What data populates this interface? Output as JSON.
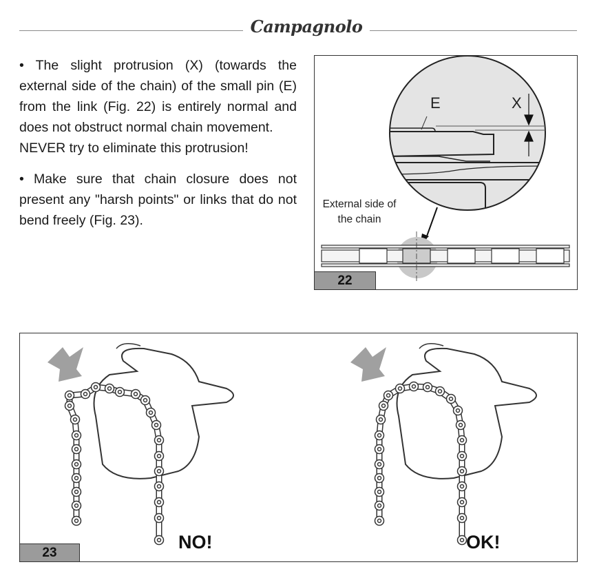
{
  "header": {
    "brand": "Campagnolo"
  },
  "body_text": {
    "para1": "• The slight protrusion (X) (towards the external side of the chain) of the small pin (E) from the link (Fig. 22) is entirely normal and does not obstruct normal chain movement.",
    "para1_warning": "NEVER try to eliminate this protrusion!",
    "para2": "• Make sure that chain closure does not present any \"harsh points\" or links that do not bend freely (Fig. 23)."
  },
  "figure22": {
    "number": "22",
    "label_E": "E",
    "label_X": "X",
    "caption_line1": "External side of",
    "caption_line2": "the chain"
  },
  "figure23": {
    "number": "23",
    "label_no": "NO!",
    "label_ok": "OK!"
  }
}
